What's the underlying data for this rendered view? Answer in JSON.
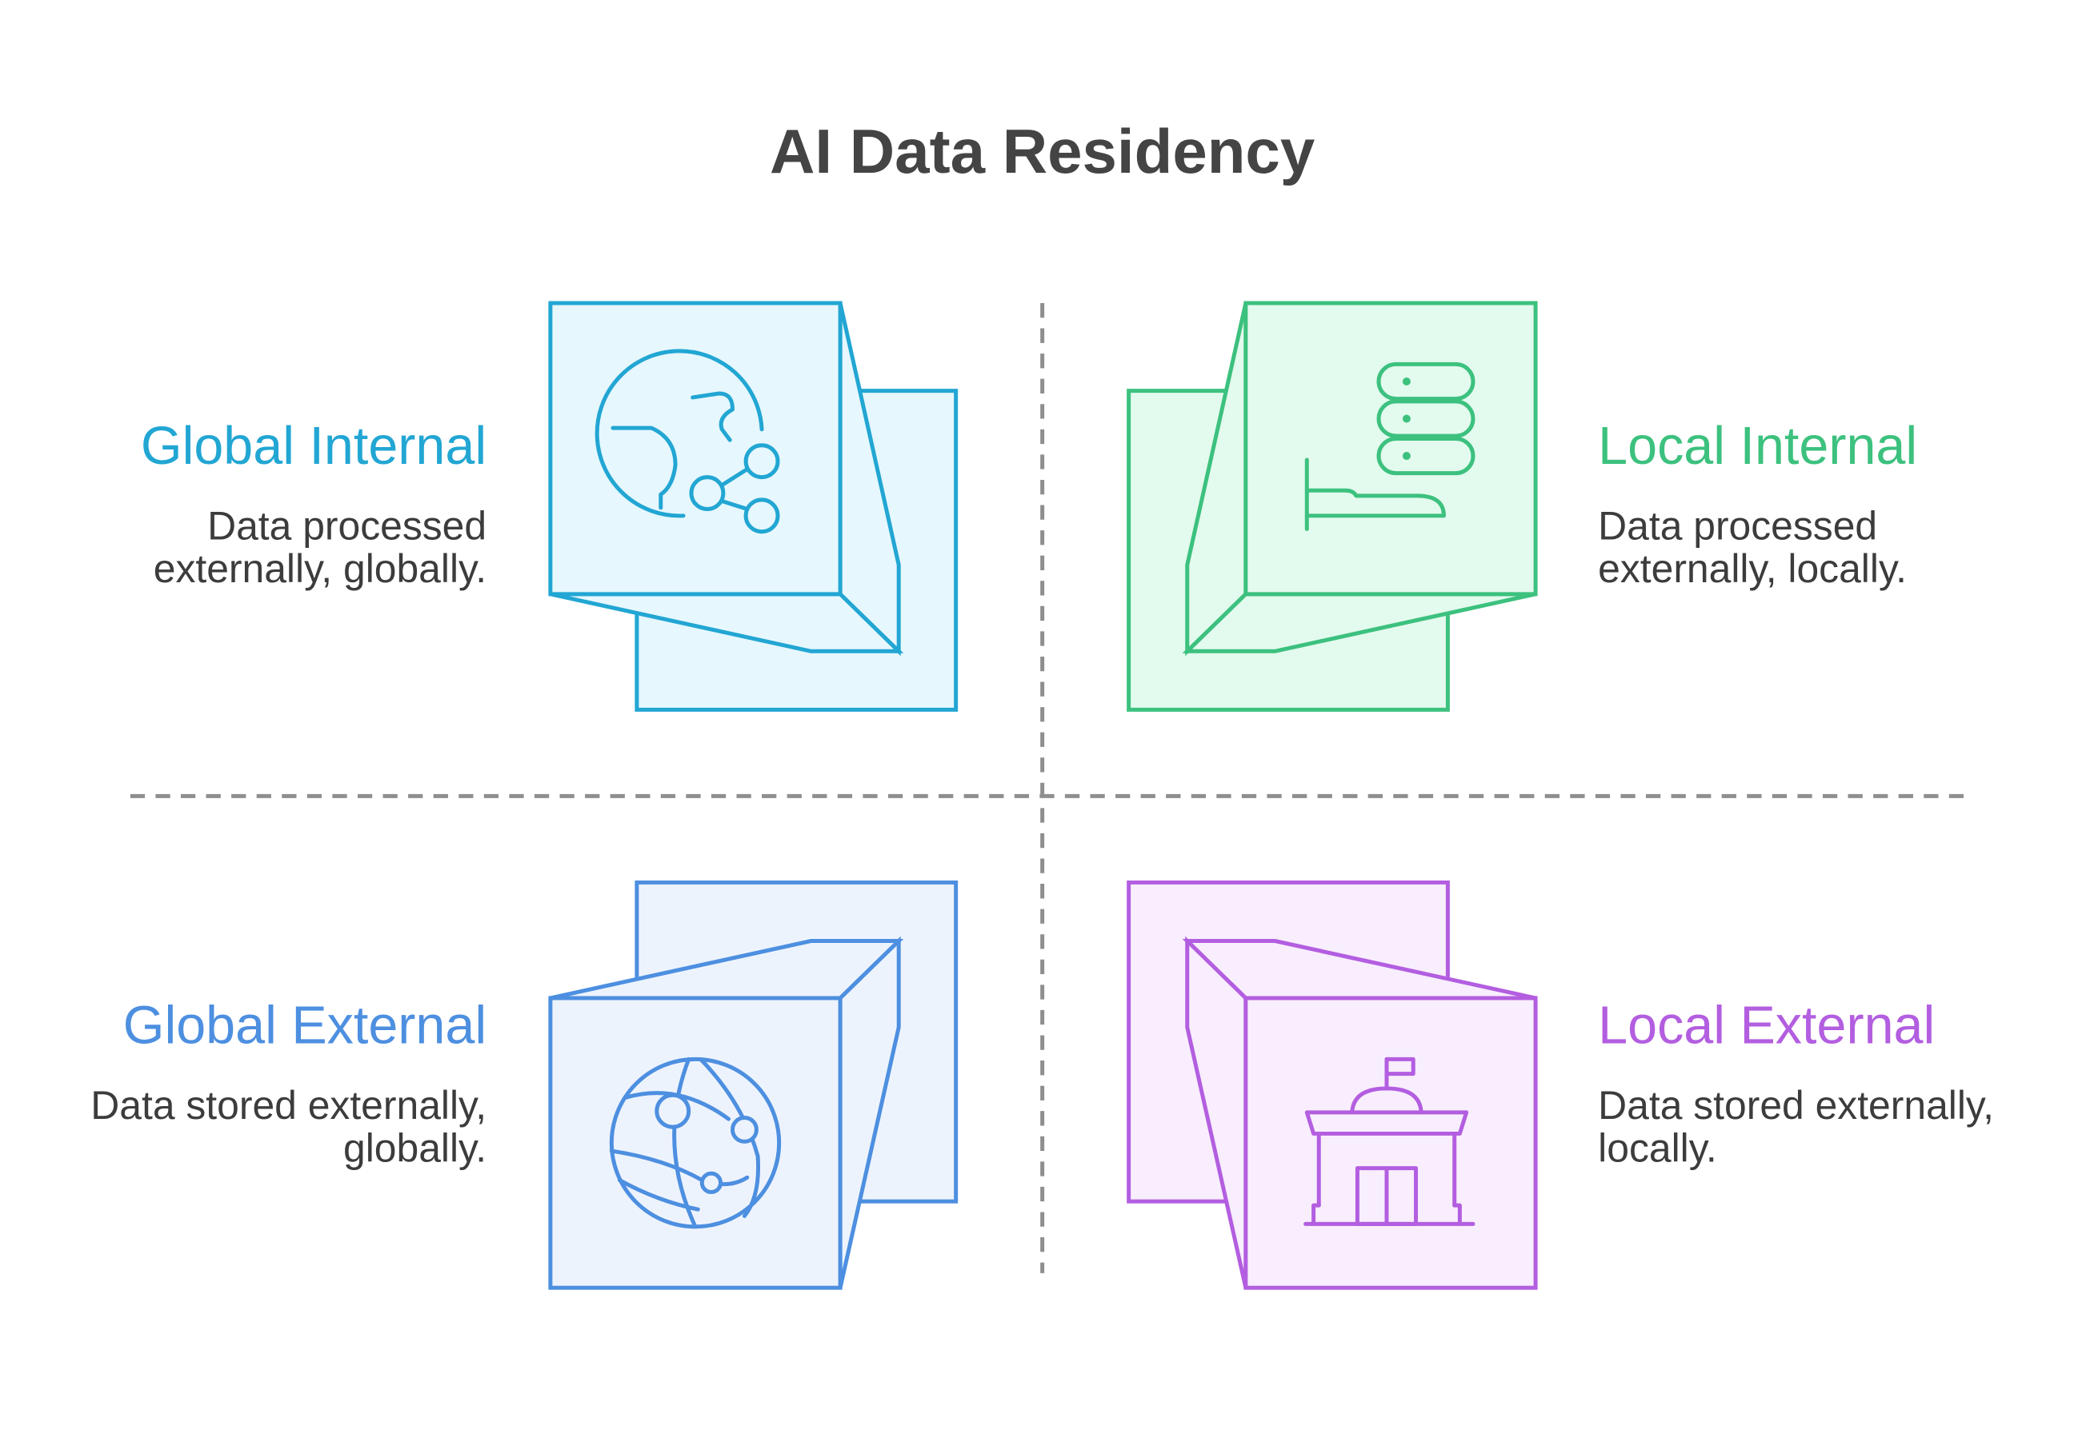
{
  "title": "AI Data Residency",
  "quadrants": {
    "global_internal": {
      "title": "Global Internal",
      "desc_line1": "Data processed",
      "desc_line2": "externally, globally.",
      "color": "#22a6d3",
      "fill": "#e6f7fd",
      "icon": "globe-network-icon"
    },
    "local_internal": {
      "title": "Local Internal",
      "desc_line1": "Data processed",
      "desc_line2": "externally, locally.",
      "color": "#3cc17e",
      "fill": "#e3faee",
      "icon": "server-stack-icon"
    },
    "global_external": {
      "title": "Global External",
      "desc_line1": "Data stored externally,",
      "desc_line2": "globally.",
      "color": "#4d8fe0",
      "fill": "#edf3fd",
      "icon": "connected-globe-icon"
    },
    "local_external": {
      "title": "Local External",
      "desc_line1": "Data stored externally,",
      "desc_line2": "locally.",
      "color": "#b35ee0",
      "fill": "#f8eefd",
      "icon": "government-building-icon"
    }
  },
  "divider_color": "#8e8e8e"
}
